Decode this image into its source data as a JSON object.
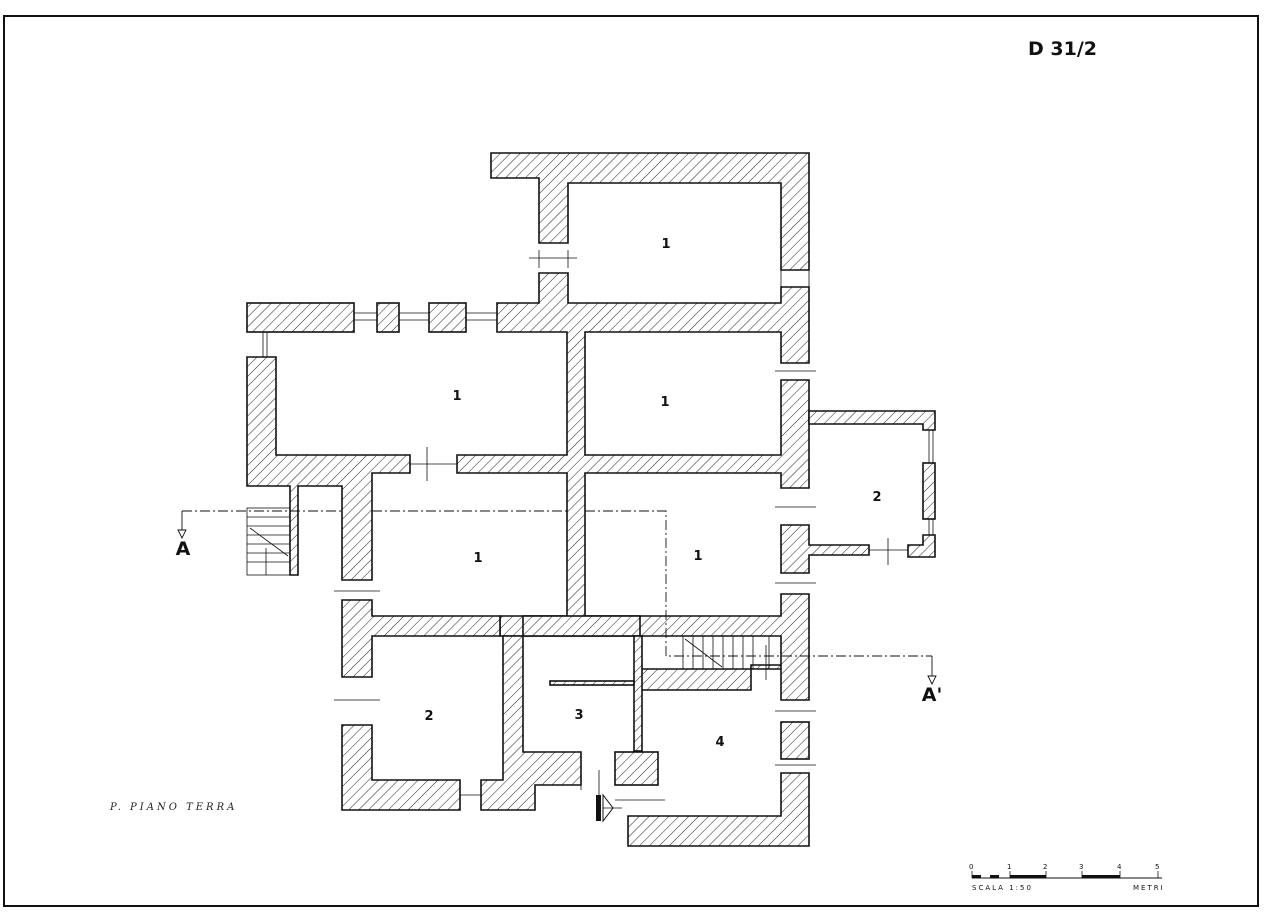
{
  "sheet": {
    "id": "D 31/2",
    "caption": "P. PIANO TERRA"
  },
  "rooms": [
    {
      "key": "r1a",
      "label": "1"
    },
    {
      "key": "r1b",
      "label": "1"
    },
    {
      "key": "r1c",
      "label": "1"
    },
    {
      "key": "r1d",
      "label": "1"
    },
    {
      "key": "r1e",
      "label": "1"
    },
    {
      "key": "r2a",
      "label": "2"
    },
    {
      "key": "r2b",
      "label": "2"
    },
    {
      "key": "r3",
      "label": "3"
    },
    {
      "key": "r4",
      "label": "4"
    }
  ],
  "section": {
    "start_label": "A",
    "end_label": "A'"
  },
  "scale_bar": {
    "ticks": [
      "0",
      "1",
      "2",
      "3",
      "4",
      "5"
    ],
    "scale_label": "SCALA 1:50",
    "unit_label": "METRI"
  }
}
